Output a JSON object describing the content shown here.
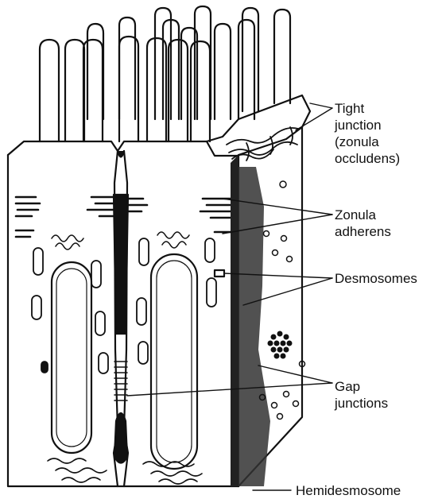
{
  "labels": {
    "tight_junction": [
      "Tight",
      "junction",
      "(zonula",
      "occludens)"
    ],
    "zonula_adherens": [
      "Zonula",
      "adherens"
    ],
    "desmosomes": "Desmosomes",
    "gap_junctions": [
      "Gap",
      "junctions"
    ],
    "hemidesmosome": "Hemidesmosome"
  }
}
